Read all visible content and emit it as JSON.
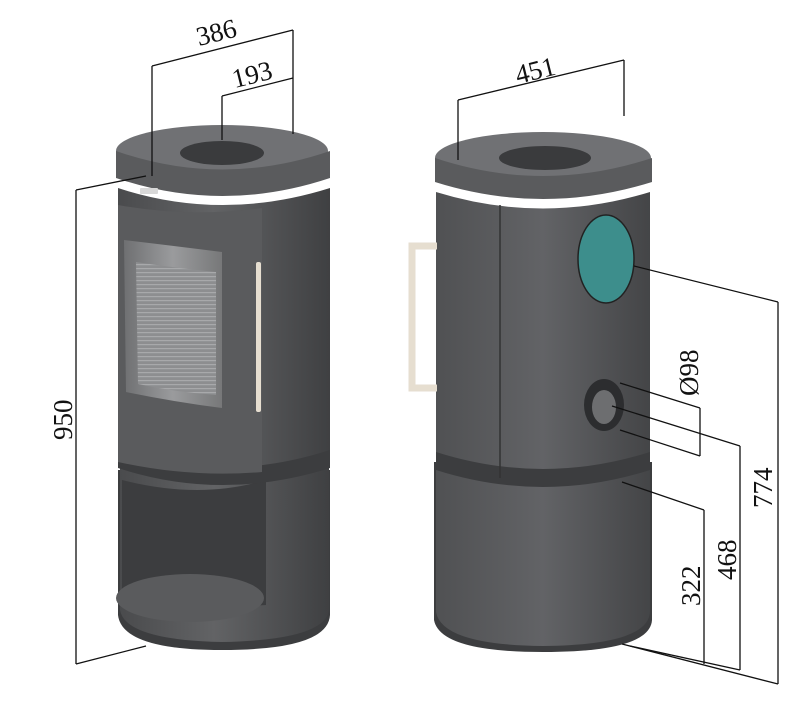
{
  "colors": {
    "stove_body": "#5a5b5d",
    "stove_dark": "#3c3d3f",
    "stove_light": "#707174",
    "flue_collar": "#3a3b3d",
    "glass": "#8a8b8d",
    "handle": "#e6ded0",
    "rear_air_inlet": "#3d8e8c",
    "dimension_lines": "#111111"
  },
  "front_view": {
    "width_label": "386",
    "flue_offset_label": "193",
    "height_label": "950"
  },
  "side_view": {
    "depth_label": "451",
    "air_inlet_height_label": "774",
    "flue_diameter_label": "Ø98",
    "flue_center_height_label": "468",
    "base_height_label": "322"
  }
}
